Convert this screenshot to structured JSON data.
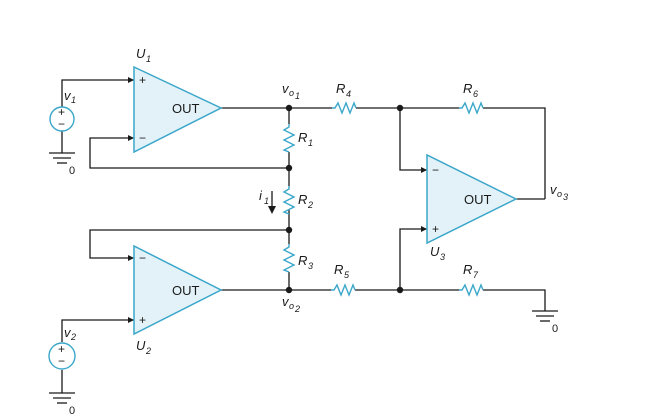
{
  "colors": {
    "wire": "#1a1a1a",
    "component": "#3aa6c9",
    "amp_fill": "#e3f2f8"
  },
  "amps": {
    "u1": {
      "name": "U",
      "sub": "1",
      "out": "OUT",
      "plus": "+",
      "minus": "−"
    },
    "u2": {
      "name": "U",
      "sub": "2",
      "out": "OUT",
      "plus": "+",
      "minus": "−"
    },
    "u3": {
      "name": "U",
      "sub": "3",
      "out": "OUT",
      "plus": "+",
      "minus": "−"
    }
  },
  "resistors": {
    "r1": {
      "name": "R",
      "sub": "1"
    },
    "r2": {
      "name": "R",
      "sub": "2"
    },
    "r3": {
      "name": "R",
      "sub": "3"
    },
    "r4": {
      "name": "R",
      "sub": "4"
    },
    "r5": {
      "name": "R",
      "sub": "5"
    },
    "r6": {
      "name": "R",
      "sub": "6"
    },
    "r7": {
      "name": "R",
      "sub": "7"
    }
  },
  "sources": {
    "v1": {
      "name": "v",
      "sub": "1",
      "plus": "+",
      "minus": "−"
    },
    "v2": {
      "name": "v",
      "sub": "2",
      "plus": "+",
      "minus": "−"
    }
  },
  "nodes": {
    "vo1": {
      "name": "v",
      "sub": "o",
      "subsub": "1"
    },
    "vo2": {
      "name": "v",
      "sub": "o",
      "subsub": "2"
    },
    "vo3": {
      "name": "v",
      "sub": "o",
      "subsub": "3"
    }
  },
  "current": {
    "name": "i",
    "sub": "1"
  },
  "grounds": {
    "g1": "0",
    "g2": "0",
    "g3": "0"
  }
}
